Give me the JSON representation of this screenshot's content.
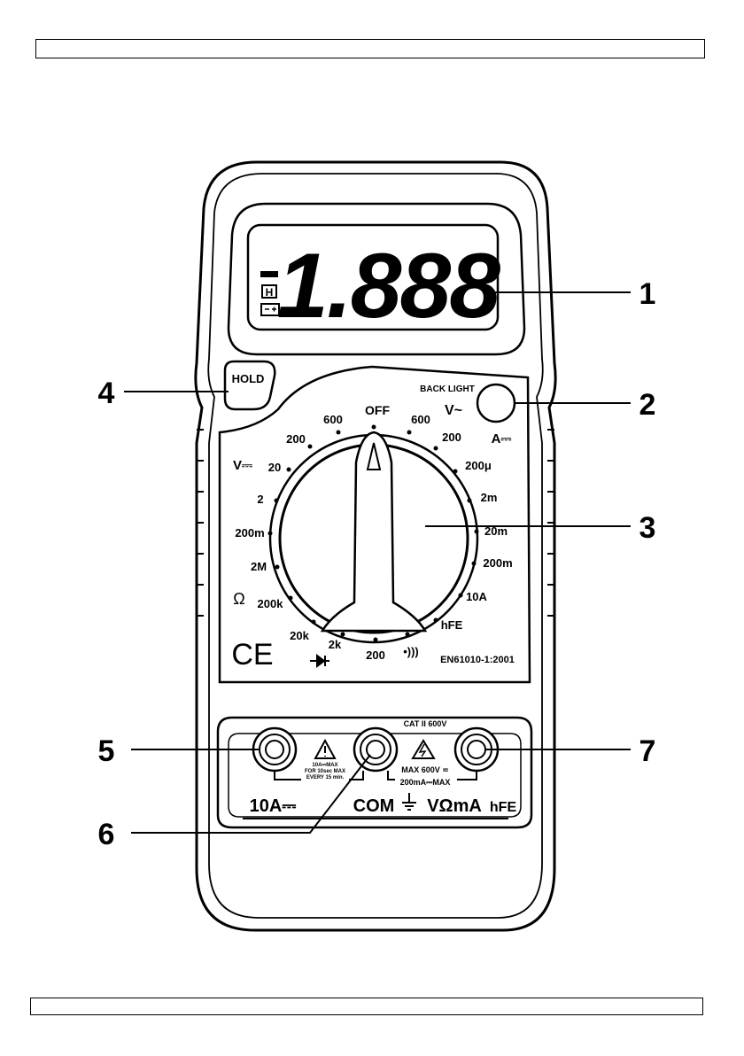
{
  "header_text": "",
  "footer_text": "",
  "display": {
    "digits": "1.888",
    "hold_indicator": "H",
    "minus_indicator": "-",
    "battery_icon": "battery-icon"
  },
  "hold_button": {
    "label": "HOLD"
  },
  "backlight": {
    "label": "BACK LIGHT"
  },
  "dial": {
    "off_label": "OFF",
    "group_labels": {
      "vdc": "V⎓",
      "vac": "V~",
      "adc": "A⎓",
      "ohm": "Ω"
    },
    "positions": [
      "600",
      "600",
      "200",
      "200μ",
      "2m",
      "20m",
      "200m",
      "10A",
      "hFE",
      "•)))",
      "200",
      "2k",
      "20k",
      "200k",
      "2M",
      "200m",
      "2",
      "20",
      "200"
    ],
    "diode_symbol": "diode-icon"
  },
  "standard_text": "EN61010-1:2001",
  "ce_mark": "CE",
  "terminals": {
    "cat_rating": "CAT II  600V",
    "warning_left": [
      "10A⎓MAX",
      "FOR 10sec MAX",
      "EVERY 15 min."
    ],
    "warning_right": [
      "MAX 600V ≂",
      "200mA⎓MAX"
    ],
    "label_10a": "10A⎓",
    "label_com": "COM",
    "label_vma": "VΩmA",
    "label_hfe": "hFE"
  },
  "callouts": [
    "1",
    "2",
    "3",
    "4",
    "5",
    "6",
    "7"
  ]
}
